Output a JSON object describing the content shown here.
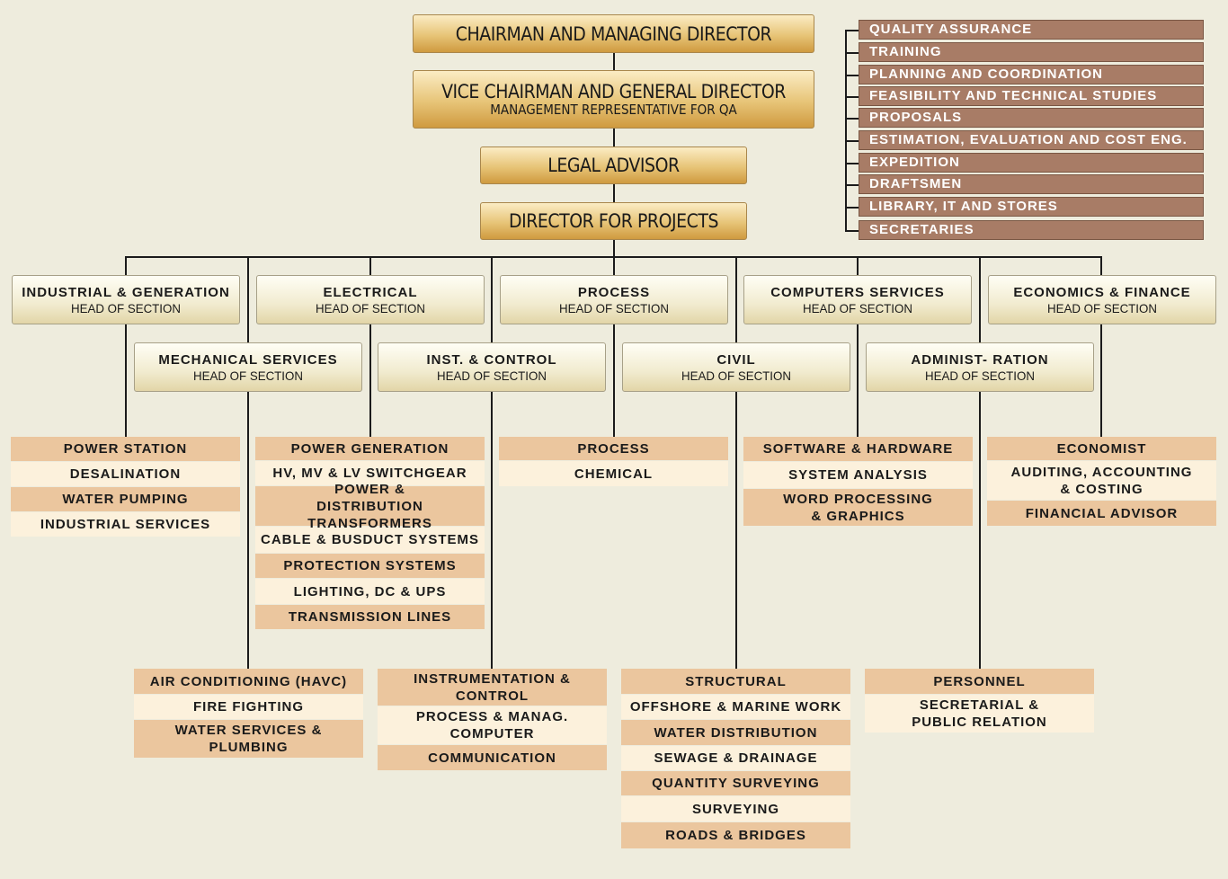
{
  "top": {
    "chairman": "CHAIRMAN AND MANAGING DIRECTOR",
    "vice_chairman": "VICE CHAIRMAN AND GENERAL DIRECTOR",
    "vice_chairman_sub": "MANAGEMENT REPRESENTATIVE FOR QA",
    "legal": "LEGAL ADVISOR",
    "director": "DIRECTOR FOR PROJECTS"
  },
  "staff_units": [
    "QUALITY ASSURANCE",
    "TRAINING",
    "PLANNING AND COORDINATION",
    "FEASIBILITY AND TECHNICAL STUDIES",
    "PROPOSALS",
    "ESTIMATION, EVALUATION AND COST ENG.",
    "EXPEDITION",
    "DRAFTSMEN",
    "LIBRARY, IT AND STORES",
    "SECRETARIES"
  ],
  "head_label": "HEAD OF SECTION",
  "sections": {
    "industrial": "INDUSTRIAL & GENERATION",
    "electrical": "ELECTRICAL",
    "process": "PROCESS",
    "computers": "COMPUTERS SERVICES",
    "economics": "ECONOMICS & FINANCE",
    "mechanical": "MECHANICAL SERVICES",
    "instrument": "INST. & CONTROL",
    "civil": "CIVIL",
    "admin": "ADMINIST- RATION"
  },
  "units": {
    "industrial": [
      "POWER STATION",
      "DESALINATION",
      "WATER PUMPING",
      "INDUSTRIAL SERVICES"
    ],
    "electrical": [
      "POWER GENERATION",
      "HV, MV & LV SWITCHGEAR",
      "POWER & DISTRIBUTION TRANSFORMERS",
      "CABLE & BUSDUCT SYSTEMS",
      "PROTECTION SYSTEMS",
      "LIGHTING, DC & UPS",
      "TRANSMISSION LINES"
    ],
    "process": [
      "PROCESS",
      "CHEMICAL"
    ],
    "computers": [
      "SOFTWARE & HARDWARE",
      "SYSTEM ANALYSIS",
      "WORD PROCESSING & GRAPHICS"
    ],
    "economics": [
      "ECONOMIST",
      "AUDITING, ACCOUNTING & COSTING",
      "FINANCIAL ADVISOR"
    ],
    "mechanical": [
      "AIR CONDITIONING (HAVC)",
      "FIRE FIGHTING",
      "WATER SERVICES & PLUMBING"
    ],
    "instrument": [
      "INSTRUMENTATION & CONTROL",
      "PROCESS & MANAG. COMPUTER",
      "COMMUNICATION"
    ],
    "civil": [
      "STRUCTURAL",
      "OFFSHORE & MARINE WORK",
      "WATER DISTRIBUTION",
      "SEWAGE & DRAINAGE",
      "QUANTITY SURVEYING",
      "SURVEYING",
      "ROADS & BRIDGES"
    ],
    "admin": [
      "PERSONNEL",
      "SECRETARIAL & PUBLIC RELATION"
    ]
  }
}
